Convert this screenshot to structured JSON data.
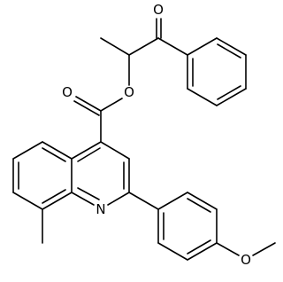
{
  "structure": {
    "atom_labels": {
      "ketone_oxygen": "O",
      "ester_ether_oxygen": "O",
      "ester_carbonyl_oxygen": "O",
      "quinoline_nitrogen": "N",
      "methoxy_oxygen": "O"
    },
    "colors": {
      "bond": "#000000",
      "label": "#000000",
      "background": "#ffffff"
    }
  }
}
